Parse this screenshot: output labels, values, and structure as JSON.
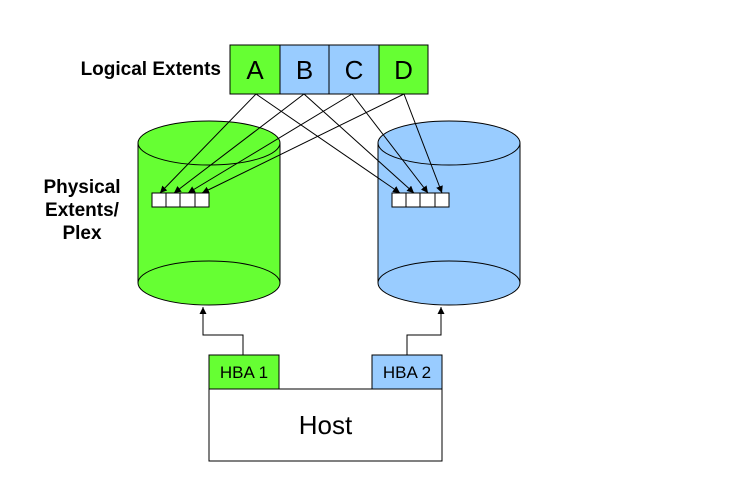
{
  "labels": {
    "logical_extents": "Logical Extents",
    "physical_line1": "Physical",
    "physical_line2": "Extents/",
    "physical_line3": "Plex"
  },
  "logical_extents": [
    {
      "letter": "A",
      "color": "#66ff33"
    },
    {
      "letter": "B",
      "color": "#99ccff"
    },
    {
      "letter": "C",
      "color": "#99ccff"
    },
    {
      "letter": "D",
      "color": "#66ff33"
    }
  ],
  "disks": [
    {
      "name": "left-disk",
      "color": "#66ff33"
    },
    {
      "name": "right-disk",
      "color": "#99ccff"
    }
  ],
  "hba": [
    {
      "label": "HBA 1",
      "color": "#66ff33"
    },
    {
      "label": "HBA 2",
      "color": "#99ccff"
    }
  ],
  "host": {
    "label": "Host"
  }
}
